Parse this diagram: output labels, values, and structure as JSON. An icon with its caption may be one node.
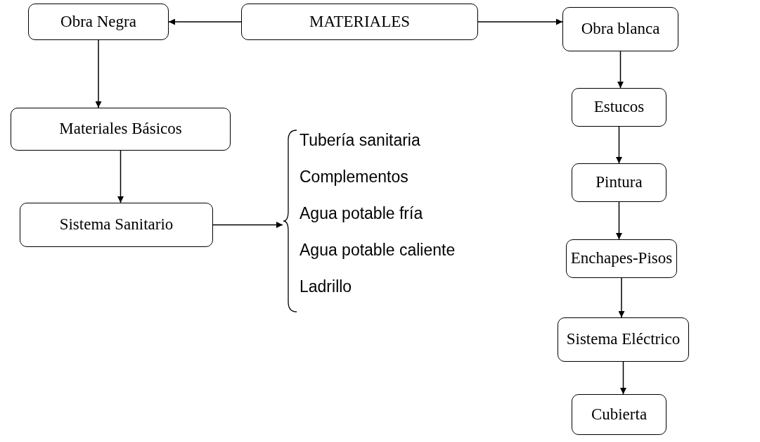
{
  "diagram": {
    "nodes": [
      {
        "text": [
          "MATERIALES"
        ]
      },
      {
        "text": [
          "Obra Negra"
        ]
      },
      {
        "text": [
          "Obra blanca"
        ]
      },
      {
        "text": [
          "Materiales Básicos"
        ]
      },
      {
        "text": [
          "Sistema Sanitario"
        ]
      },
      {
        "text": [
          "Tubería sanitaria",
          "Complementos",
          "Agua potable fría",
          "Agua potable caliente",
          "Ladrillo"
        ]
      },
      {
        "text": [
          "Estucos"
        ]
      },
      {
        "text": [
          "Pintura"
        ]
      },
      {
        "text": [
          "Enchapes-Pisos"
        ]
      },
      {
        "text": [
          "Sistema Eléctrico"
        ]
      },
      {
        "text": [
          "Cubierta"
        ]
      }
    ],
    "edges": [
      {
        "from": 0,
        "to": 1,
        "arrow": "to"
      },
      {
        "from": 0,
        "to": 2,
        "arrow": "to"
      },
      {
        "from": 1,
        "to": 3,
        "arrow": "to"
      },
      {
        "from": 3,
        "to": 4,
        "arrow": "to"
      },
      {
        "from": 4,
        "to": 5,
        "arrow": "to"
      },
      {
        "from": 2,
        "to": 6,
        "arrow": "to"
      },
      {
        "from": 6,
        "to": 7,
        "arrow": "to"
      },
      {
        "from": 7,
        "to": 8,
        "arrow": "to"
      },
      {
        "from": 8,
        "to": 9,
        "arrow": "to"
      },
      {
        "from": 9,
        "to": 10,
        "arrow": "to"
      }
    ]
  }
}
